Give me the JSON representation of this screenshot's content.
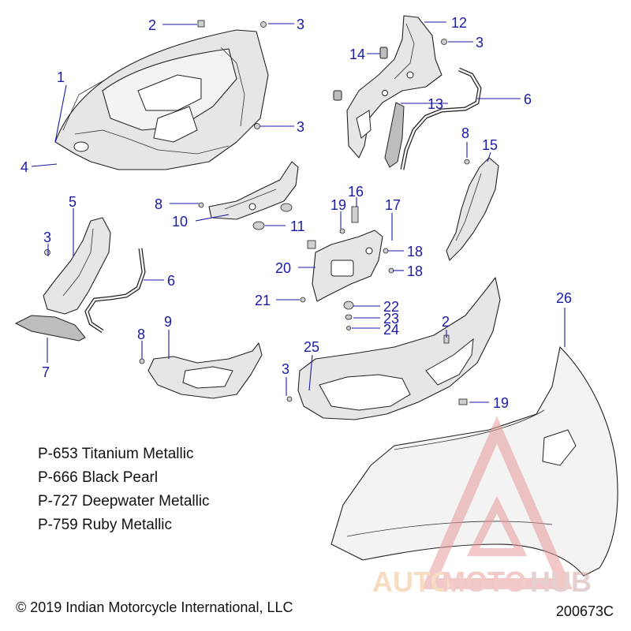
{
  "callouts": {
    "c1": "1",
    "c2a": "2",
    "c2b": "2",
    "c3a": "3",
    "c3b": "3",
    "c3c": "3",
    "c3d": "3",
    "c3e": "3",
    "c4": "4",
    "c5": "5",
    "c6a": "6",
    "c6b": "6",
    "c7": "7",
    "c8a": "8",
    "c8b": "8",
    "c8c": "8",
    "c9": "9",
    "c10": "10",
    "c11": "11",
    "c12": "12",
    "c13": "13",
    "c14": "14",
    "c15": "15",
    "c16": "16",
    "c17": "17",
    "c18a": "18",
    "c18b": "18",
    "c19a": "19",
    "c19b": "19",
    "c20": "20",
    "c21": "21",
    "c22": "22",
    "c23": "23",
    "c24": "24",
    "c25": "25",
    "c26": "26"
  },
  "paint_codes": [
    "P-653 Titanium Metallic",
    "P-666 Black Pearl",
    "P-727 Deepwater Metallic",
    "P-759 Ruby Metallic"
  ],
  "copyright": "© 2019 Indian Motorcycle International, LLC",
  "diagram_code": "200673C",
  "watermark": {
    "text": "AUTOMOTOHUB",
    "color_main": "#e8b0b0",
    "color_accent": "#f0c8a0"
  },
  "colors": {
    "callout": "#1a1aa8",
    "part_fill": "#e6e6e6"
  }
}
